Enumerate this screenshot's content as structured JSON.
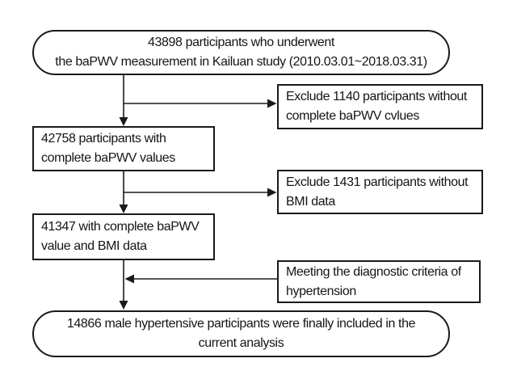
{
  "flowchart": {
    "title": "Participant selection flow chart (Kailuan study baPWV cohort)",
    "colors": {
      "line": "#1a1a1a",
      "text": "#151515",
      "background": "#ffffff"
    },
    "nodes": {
      "top": {
        "shape": "stadium",
        "text": "43898 participants who underwent\nthe baPWV measurement in Kailuan study (2010.03.01~2018.03.31)"
      },
      "exclude1": {
        "shape": "rect",
        "text": "Exclude 1140 participants without\ncomplete baPWV cvlues"
      },
      "step2": {
        "shape": "rect",
        "text": "42758 participants with\ncomplete baPWV values"
      },
      "exclude2": {
        "shape": "rect",
        "text": "Exclude 1431 participants without\nBMI data"
      },
      "step3": {
        "shape": "rect",
        "text": "41347 with complete baPWV\nvalue and BMI data"
      },
      "criteria": {
        "shape": "rect",
        "text": "Meeting the diagnostic criteria of\nhypertension"
      },
      "final": {
        "shape": "stadium",
        "text": "14866 male hypertensive participants were finally included in the\ncurrent analysis"
      }
    },
    "connectors": [
      {
        "from": "top",
        "to": "step2",
        "direction": "down"
      },
      {
        "from": "flow-line",
        "to": "exclude1",
        "direction": "right"
      },
      {
        "from": "step2",
        "to": "step3",
        "direction": "down"
      },
      {
        "from": "flow-line",
        "to": "exclude2",
        "direction": "right"
      },
      {
        "from": "step3",
        "to": "final",
        "direction": "down"
      },
      {
        "from": "criteria",
        "to": "flow-line",
        "direction": "left"
      }
    ]
  }
}
